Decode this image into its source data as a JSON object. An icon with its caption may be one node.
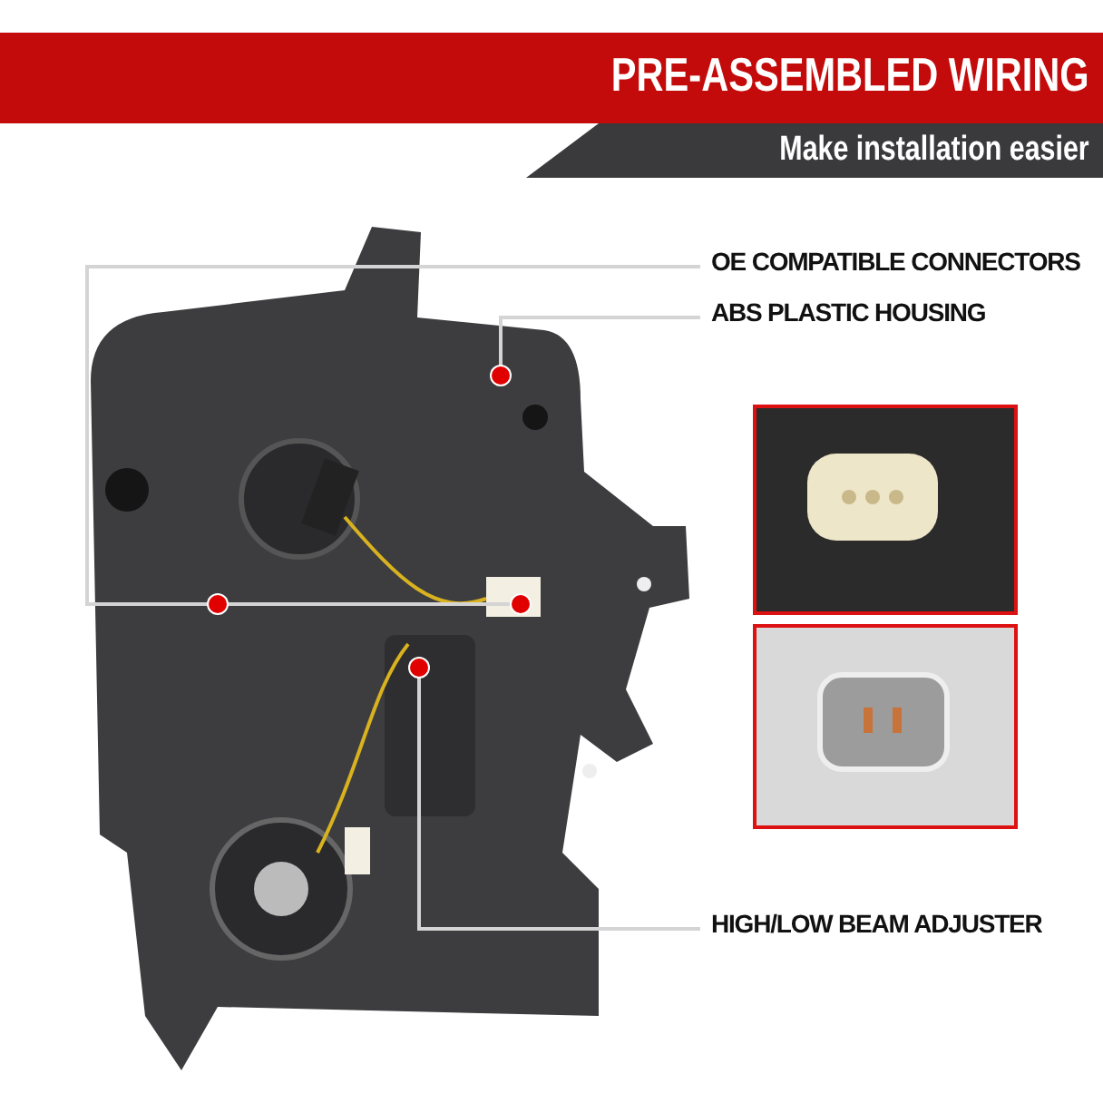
{
  "diagram": {
    "title": "PRE-ASSEMBLED WIRING",
    "nodes": [
      {
        "text": [
          "OE COMPATIBLE CONNECTORS"
        ]
      },
      {
        "text": [
          "ABS PLASTIC HOUSING"
        ]
      },
      {
        "text": [
          "HIGH/LOW BEAM ADJUSTER"
        ]
      },
      {
        "text": [],
        "shape": "circle"
      },
      {
        "text": [],
        "shape": "circle"
      },
      {
        "text": [],
        "shape": "circle"
      },
      {
        "text": [],
        "shape": "circle"
      }
    ],
    "edges": [
      {
        "from": 0,
        "to": 3,
        "arrow": "none"
      },
      {
        "from": 0,
        "to": 4,
        "arrow": "none"
      },
      {
        "from": 1,
        "to": 5,
        "arrow": "none"
      },
      {
        "from": 2,
        "to": 6,
        "arrow": "none"
      }
    ],
    "labels": [
      "Make installation easier"
    ]
  }
}
